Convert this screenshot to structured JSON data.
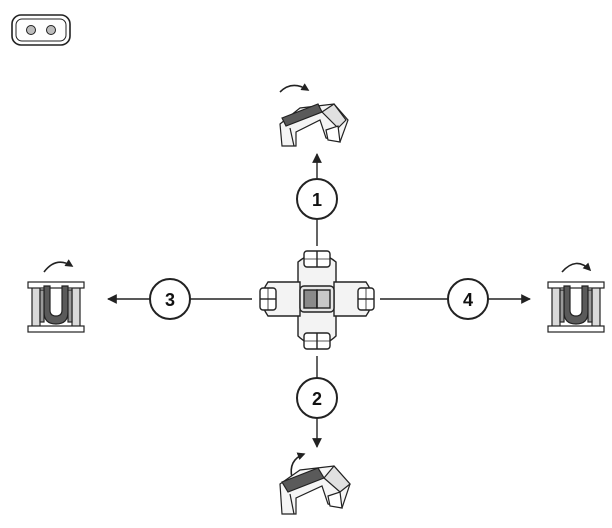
{
  "steps": [
    {
      "number": "1",
      "direction": "up"
    },
    {
      "number": "2",
      "direction": "down"
    },
    {
      "number": "3",
      "direction": "left"
    },
    {
      "number": "4",
      "direction": "right"
    }
  ],
  "icons": {
    "corner_badge": "connector-plug-icon",
    "center": "cross-joint-assembly",
    "top_detail": "latch-lift-icon",
    "bottom_detail": "latch-lift-icon",
    "left_detail": "u-bracket-icon",
    "right_detail": "u-bracket-icon"
  },
  "colors": {
    "stroke": "#222222",
    "dark_fill": "#5a5a5a",
    "mid_fill": "#9a9a9a",
    "light_fill": "#d9d9d9",
    "background": "#ffffff"
  }
}
